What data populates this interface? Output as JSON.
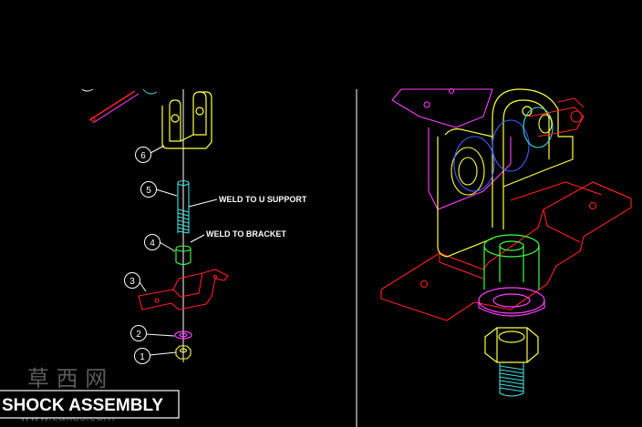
{
  "title_block": {
    "label": "SHOCK ASSEMBLY"
  },
  "notes": {
    "weld_u_support": "WELD TO U SUPPORT",
    "weld_bracket": "WELD TO BRACKET"
  },
  "balloons": [
    "1",
    "2",
    "3",
    "4",
    "5",
    "6"
  ],
  "watermark": {
    "glyphs": "草 西 网",
    "url": "www.caxes.com"
  },
  "colors": {
    "background": "#000000",
    "bracket": "#ff2020",
    "u_support": "#ffff40",
    "spacer": "#40ff40",
    "stud": "#40e0e0",
    "washer": "#ff40ff",
    "outline": "#ffffff"
  }
}
